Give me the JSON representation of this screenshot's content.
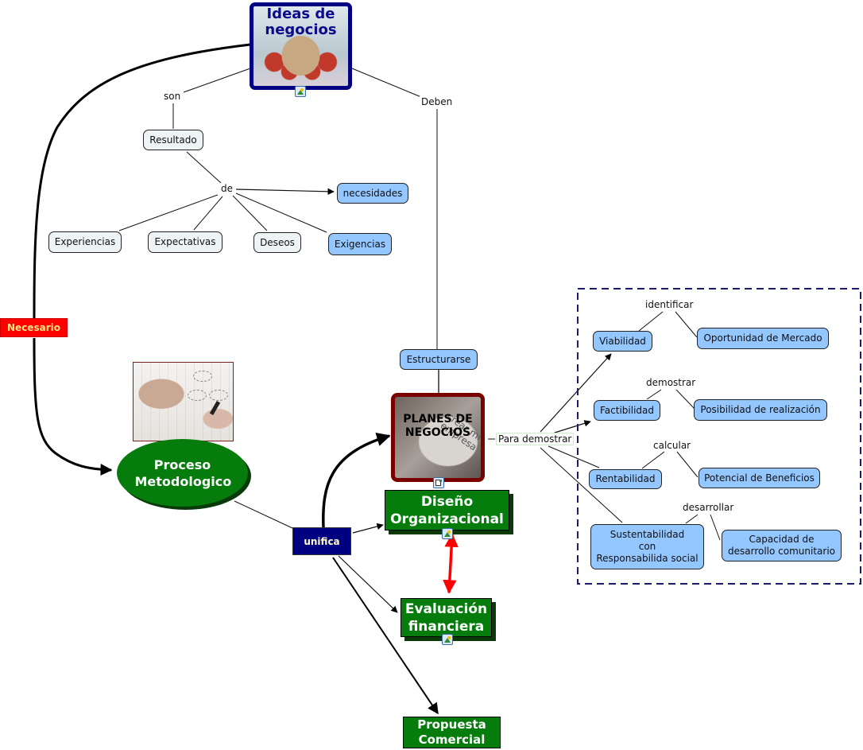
{
  "map": {
    "ideas": {
      "label": "Ideas de negocios"
    },
    "phrases": {
      "son": "son",
      "deben": "Deben",
      "de": "de",
      "necesario": "Necesario",
      "unifica": "unifica",
      "para_demostrar": "Para demostrar",
      "identificar": "identificar",
      "demostrar": "demostrar",
      "calcular": "calcular",
      "desarrollar": "desarrollar"
    },
    "concepts": {
      "resultado": "Resultado",
      "necesidades": "necesidades",
      "experiencias": "Experiencias",
      "expectativas": "Expectativas",
      "deseos": "Deseos",
      "exigencias": "Exigencias",
      "estructurarse": "Estructurarse",
      "planes": "PLANES DE NEGOCIOS",
      "proceso": "Proceso Metodologico",
      "diseno": "Diseño Organizacional",
      "evaluacion": "Evaluación financiera",
      "propuesta": "Propuesta Comercial",
      "viabilidad": "Viabilidad",
      "oportunidad": "Oportunidad de Mercado",
      "factibilidad": "Factibilidad",
      "posibilidad": "Posibilidad de realización",
      "rentabilidad": "Rentabilidad",
      "potencial": "Potencial de Beneficios",
      "sustentabilidad_1": "Sustentabilidad",
      "sustentabilidad_2": "con",
      "sustentabilidad_3": "Responsabilida social",
      "capacidad_1": "Capacidad de",
      "capacidad_2": "desarrollo comunitario"
    },
    "icons": {
      "ideas_badge": "image-icon",
      "planes_badge": "document-icon",
      "diseno_badge": "image-icon",
      "evaluacion_badge": "image-icon"
    },
    "colors": {
      "concept_blue": "#94c6ff",
      "concept_pale": "#eef4f6",
      "green": "#067c0c",
      "navy": "#000080",
      "red": "#ff0000",
      "maroon": "#7a0000"
    }
  }
}
